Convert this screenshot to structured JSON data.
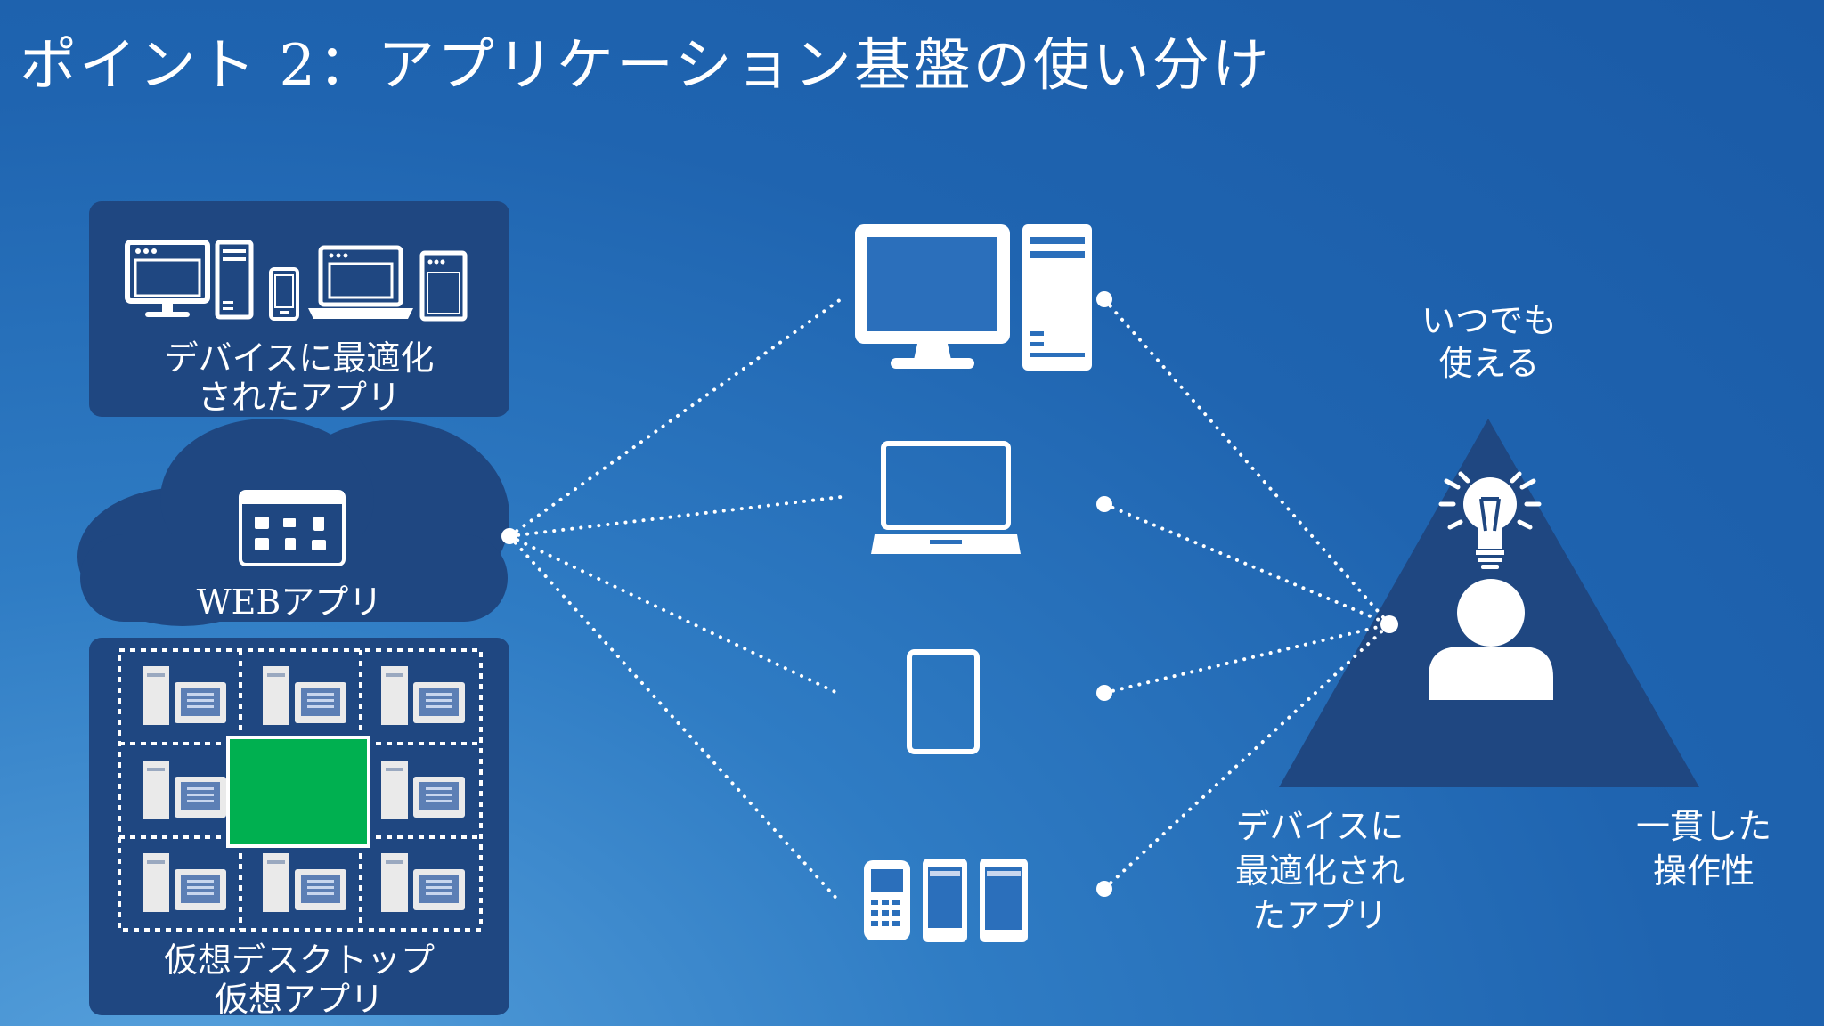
{
  "title": "ポイント 2：アプリケーション基盤の使い分け",
  "apps": {
    "device_optimized": [
      "デバイスに最適化",
      "されたアプリ"
    ],
    "web": "WEBアプリ",
    "virtual": [
      "仮想デスクトップ",
      "仮想アプリ"
    ]
  },
  "user": {
    "anytime": [
      "いつでも",
      "使える"
    ],
    "device_optimized": [
      "デバイスに",
      "最適化され",
      "たアプリ"
    ],
    "consistent": [
      "一貫した",
      "操作性"
    ]
  },
  "colors": {
    "panel": "#1f4781",
    "triangle": "#1f4781",
    "highlight": "#00b050",
    "dots": "#ffffff"
  },
  "icons": {
    "devices_group": "devices-icon",
    "web_window": "web-window-icon",
    "desktop_pc": "desktop-pc-icon",
    "laptop": "laptop-icon",
    "tablet": "tablet-icon",
    "phones": "phones-icon",
    "lightbulb": "lightbulb-icon",
    "user": "user-icon"
  }
}
